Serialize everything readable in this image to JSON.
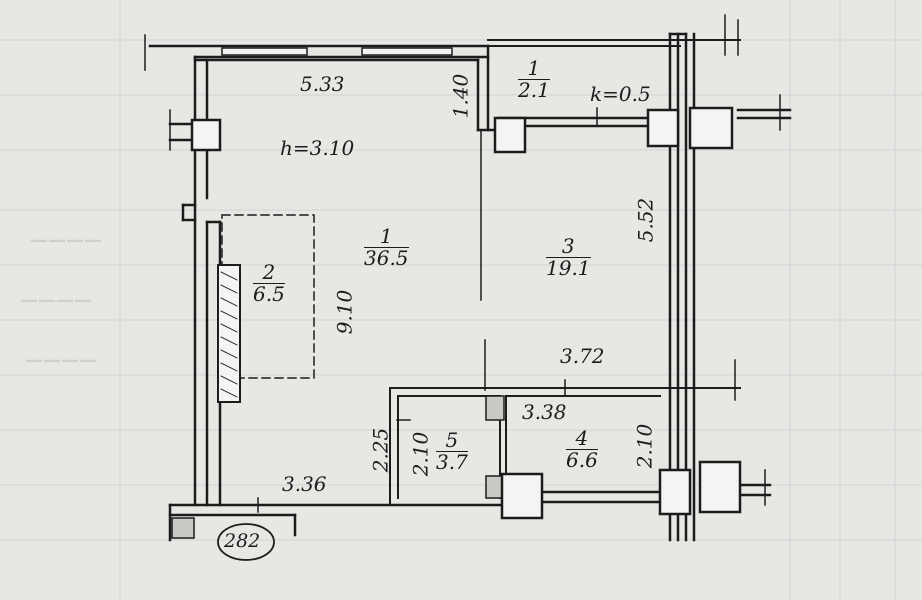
{
  "rooms": [
    {
      "number": "1",
      "area": "36.5"
    },
    {
      "number": "2",
      "area": "6.5"
    },
    {
      "number": "3",
      "area": "19.1"
    },
    {
      "number": "4",
      "area": "6.6"
    },
    {
      "number": "5",
      "area": "3.7"
    },
    {
      "number": "1",
      "area": "2.1"
    }
  ],
  "dimensions": {
    "top_width": "5.33",
    "partition_length": "1.40",
    "ceiling_height": "h=3.10",
    "loggia_coefficient": "k=0.5",
    "room3_height": "5.52",
    "room1_height": "9.10",
    "bath_top": "3.72",
    "bath_inner": "3.38",
    "room5_outer": "2.25",
    "room5_inner": "2.10",
    "room4_height": "2.10",
    "bottom_width": "3.36"
  },
  "apartment_number": "282",
  "colors": {
    "paper": "#e6e8e4",
    "ink": "#1c1c1c",
    "wall_fill": "#f4f4f2",
    "grid": "#c8ccd0"
  }
}
